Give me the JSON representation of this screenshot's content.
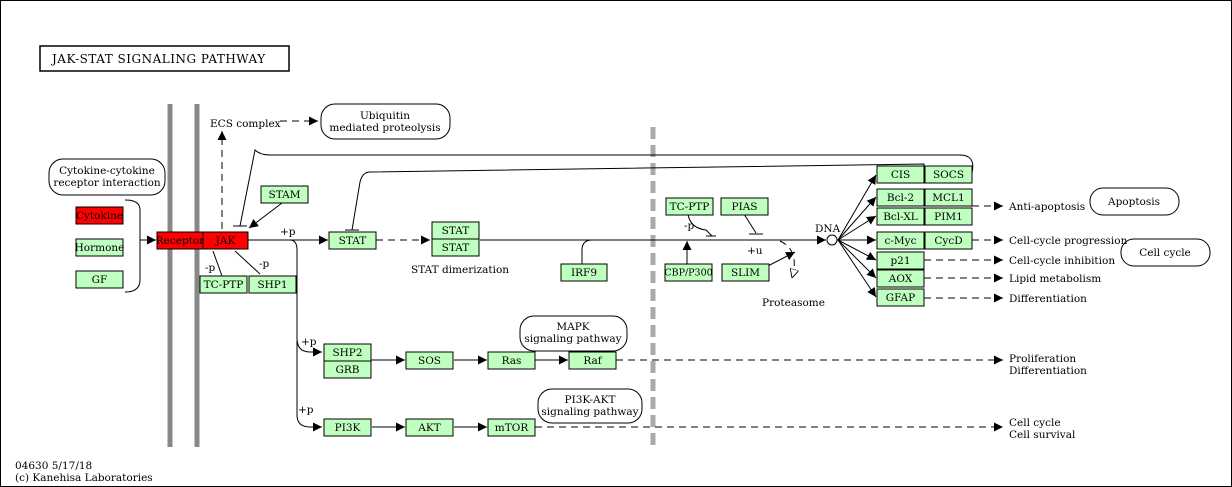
{
  "title": "JAK-STAT  SIGNALING  PATHWAY",
  "footer": {
    "id_date": "04630 5/17/18",
    "copyright": "(c) Kanehisa Laboratories"
  },
  "colors": {
    "gene": "#bfffbf",
    "highlight": "#ff0000",
    "membrane": "#888888"
  },
  "genes": {
    "cytokine": "Cytokine",
    "hormone": "Hormone",
    "gf": "GF",
    "receptor": "Receptor",
    "jak": "JAK",
    "stam": "STAM",
    "tcptp1": "TC-PTP",
    "shp1": "SHP1",
    "stat": "STAT",
    "stat_dimer_a": "STAT",
    "stat_dimer_b": "STAT",
    "irf9": "IRF9",
    "tcptp2": "TC-PTP",
    "pias": "PIAS",
    "cbp": "CBP/P300",
    "slim": "SLIM",
    "cis": "CIS",
    "socs": "SOCS",
    "bcl2": "Bcl-2",
    "mcl1": "MCL1",
    "bclxl": "Bcl-XL",
    "pim1": "PIM1",
    "cmyc": "c-Myc",
    "cycd": "CycD",
    "p21": "p21",
    "aox": "AOX",
    "gfap": "GFAP",
    "shp2": "SHP2",
    "grb": "GRB",
    "sos": "SOS",
    "ras": "Ras",
    "raf": "Raf",
    "pi3k": "PI3K",
    "akt": "AKT",
    "mtor": "mTOR"
  },
  "maps": {
    "cytokine_receptor": [
      "Cytokine-cytokine",
      "receptor interaction"
    ],
    "ubiquitin": [
      "Ubiquitin",
      "mediated proteolysis"
    ],
    "apoptosis": [
      "Apoptosis"
    ],
    "cell_cycle": [
      "Cell cycle"
    ],
    "mapk": [
      "MAPK",
      "signaling pathway"
    ],
    "pi3k_akt": [
      "PI3K-AKT",
      "signaling pathway"
    ]
  },
  "labels": {
    "ecs": "ECS complex",
    "stat_dimerization": "STAT dimerization",
    "proteasome": "Proteasome",
    "dna": "DNA",
    "anti_apoptosis": "Anti-apoptosis",
    "cell_cycle_progression": "Cell-cycle progression",
    "cell_cycle_inhibition": "Cell-cycle inhibition",
    "lipid_metabolism": "Lipid metabolism",
    "differentiation": "Differentiation",
    "proliferation": "Proliferation",
    "differentiation2": "Differentiation",
    "cell_cycle2": "Cell cycle",
    "cell_survival": "Cell survival",
    "plus_p_jak": "+p",
    "minus_p_1": "-p",
    "minus_p_2": "-p",
    "plus_p_shp2": "+p",
    "plus_p_pi3k": "+p",
    "minus_p_tcptp": "-p",
    "plus_u": "+u"
  }
}
